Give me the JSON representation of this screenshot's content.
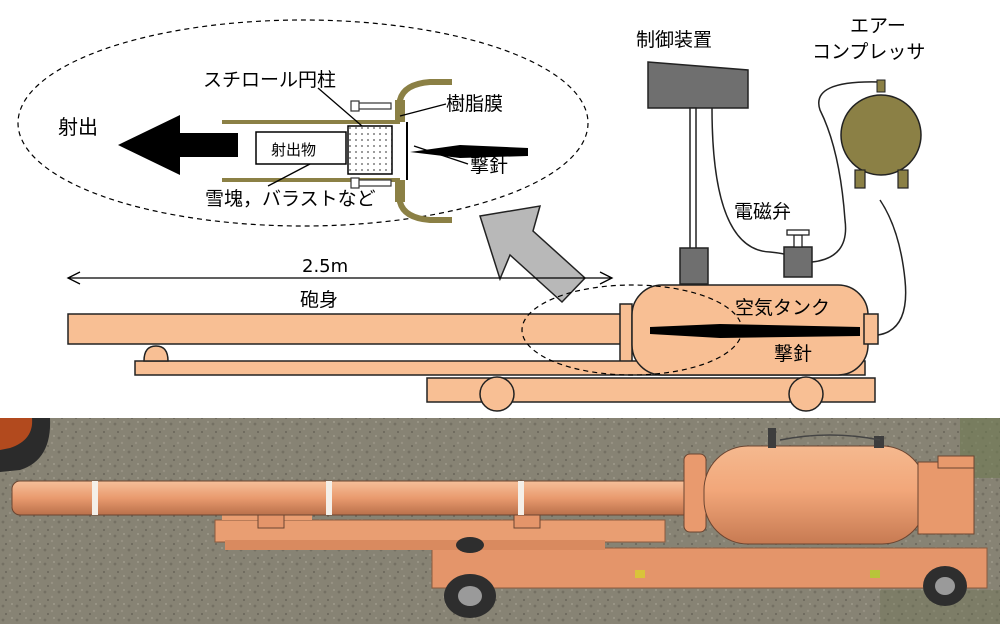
{
  "labels": {
    "styrofoam_cylinder": "スチロール円柱",
    "projectile": "射出物",
    "fire": "射出",
    "resin_film": "樹脂膜",
    "striker_pin": "撃針",
    "snow_ballast": "雪塊，バラストなど",
    "length": "2.5m",
    "barrel": "砲身",
    "control_unit": "制御装置",
    "air_compressor_line1": "エアー",
    "air_compressor_line2": "コンプレッサ",
    "solenoid_valve": "電磁弁",
    "air_tank": "空気タンク",
    "tank_striker_pin": "撃針"
  },
  "colors": {
    "orange": "#f8bf94",
    "outline": "#222222",
    "olive": "#8b8045",
    "olive_light": "#a49a5c",
    "control_gray": "#6f6f6f",
    "arrow_gray": "#b8b8b8"
  },
  "photo": {
    "description_icons": [
      "cannon-photo"
    ]
  }
}
